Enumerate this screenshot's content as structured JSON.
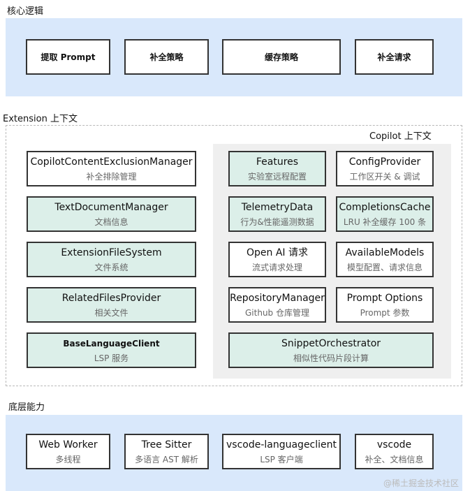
{
  "core": {
    "title": "核心逻辑",
    "boxes": [
      {
        "label": "提取 Prompt"
      },
      {
        "label": "补全策略"
      },
      {
        "label": "缓存策略"
      },
      {
        "label": "补全请求"
      }
    ]
  },
  "extension": {
    "title": "Extension 上下文",
    "boxes": [
      {
        "title": "CopilotContentExclusionManager",
        "subtitle": "补全排除管理"
      },
      {
        "title": "TextDocumentManager",
        "subtitle": "文档信息"
      },
      {
        "title": "ExtensionFileSystem",
        "subtitle": "文件系统"
      },
      {
        "title": "RelatedFilesProvider",
        "subtitle": "相关文件"
      },
      {
        "title": "BaseLanguageClient",
        "subtitle": "LSP 服务"
      }
    ]
  },
  "copilot": {
    "title": "Copilot 上下文",
    "boxes": [
      {
        "title": "Features",
        "subtitle": "实验室远程配置"
      },
      {
        "title": "ConfigProvider",
        "subtitle": "工作区开关 & 调试"
      },
      {
        "title": "TelemetryData",
        "subtitle": "行为&性能遥测数据"
      },
      {
        "title": "CompletionsCache",
        "subtitle": "LRU 补全缓存 100 条"
      },
      {
        "title": "Open AI 请求",
        "subtitle": "流式请求处理"
      },
      {
        "title": "AvailableModels",
        "subtitle": "模型配置、请求信息"
      },
      {
        "title": "RepositoryManager",
        "subtitle": "Github 仓库管理"
      },
      {
        "title": "Prompt Options",
        "subtitle": "Prompt 参数"
      },
      {
        "title": "SnippetOrchestrator",
        "subtitle": "相似性代码片段计算"
      }
    ]
  },
  "base": {
    "title": "底层能力",
    "boxes": [
      {
        "title": "Web Worker",
        "subtitle": "多线程"
      },
      {
        "title": "Tree Sitter",
        "subtitle": "多语言 AST 解析"
      },
      {
        "title": "vscode-languageclient",
        "subtitle": "LSP 客户端"
      },
      {
        "title": "vscode",
        "subtitle": "补全、文档信息"
      }
    ]
  },
  "watermark": "@稀土掘金技术社区"
}
